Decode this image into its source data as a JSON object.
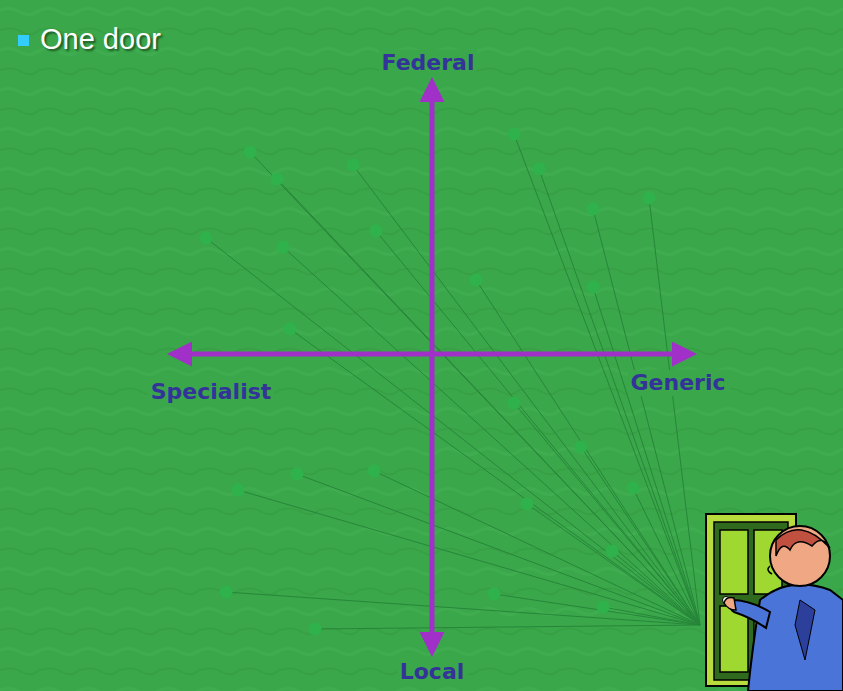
{
  "diagram": {
    "title": "One door",
    "labels": [
      "Federal",
      "Specialist",
      "Generic",
      "Local"
    ]
  }
}
